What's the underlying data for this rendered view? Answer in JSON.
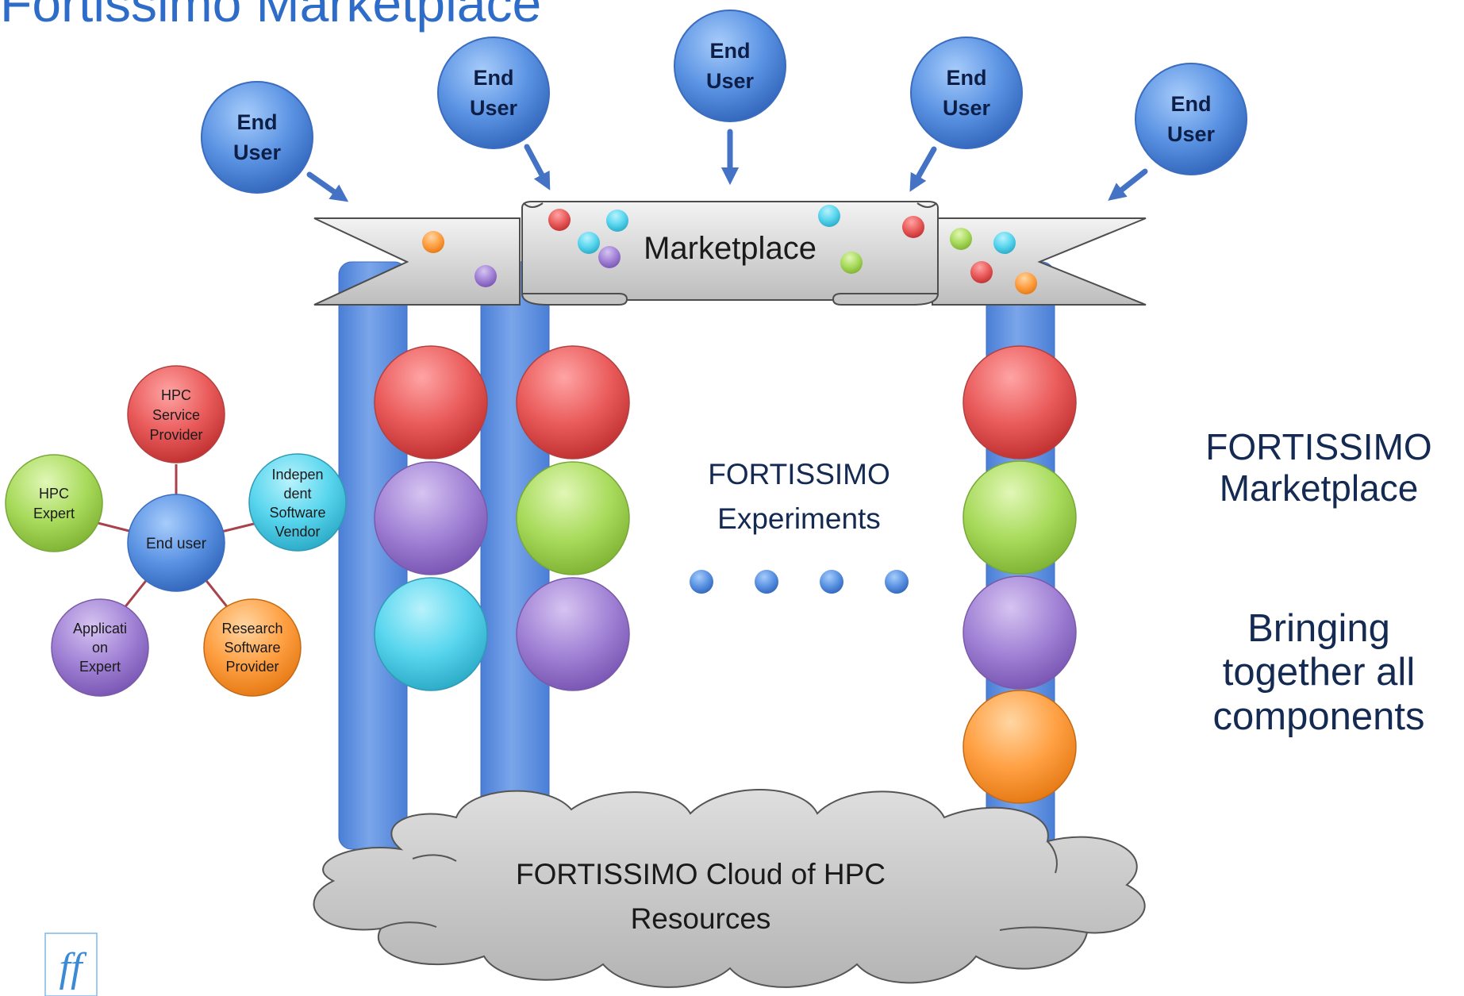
{
  "title": "Fortissimo Marketplace",
  "end_user_label": [
    "End",
    "User"
  ],
  "marketplace_label": "Marketplace",
  "experiments_label": [
    "FORTISSIMO",
    "Experiments"
  ],
  "cloud_label": [
    "FORTISSIMO Cloud of HPC",
    "Resources"
  ],
  "side_heading": [
    "FORTISSIMO",
    "Marketplace"
  ],
  "side_tagline": [
    "Bringing",
    "together all",
    "components"
  ],
  "stakeholders": {
    "center": "End user",
    "hpc_service_provider": [
      "HPC",
      "Service",
      "Provider"
    ],
    "isv": [
      "Indepen",
      "dent",
      "Software",
      "Vendor"
    ],
    "research_software_provider": [
      "Research",
      "Software",
      "Provider"
    ],
    "application_expert": [
      "Applicati",
      "on",
      "Expert"
    ],
    "hpc_expert": [
      "HPC",
      "Expert"
    ]
  },
  "logo_text": "ff",
  "colors": {
    "title_blue": "#2e6cc9",
    "user_blue": "#4a86df",
    "pillar_blue": "#6f9ae3",
    "red": "#e85858",
    "purple": "#a07ed3",
    "cyan": "#4fd4ec",
    "green": "#a6d957",
    "orange": "#ff9c3a",
    "cloud_grey": "#c9c9c9",
    "banner_grey": "#d3d3d3",
    "navy_text": "#142a52"
  }
}
